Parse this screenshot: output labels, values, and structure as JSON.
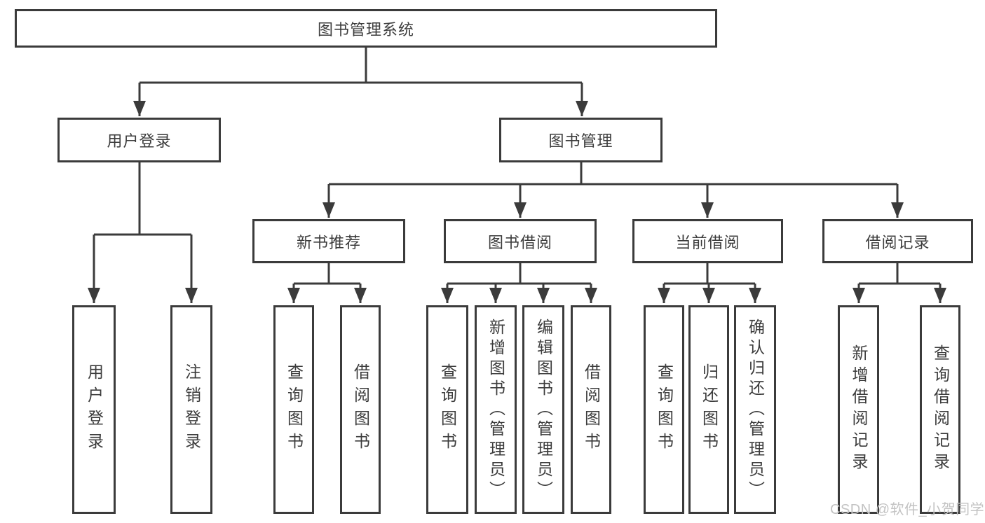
{
  "diagram": {
    "title": "图书管理系统",
    "nodes": {
      "root": {
        "id": "library-management-system",
        "label": "图书管理系统"
      },
      "level2": [
        {
          "id": "user-login",
          "label": "用户登录",
          "parent": "图书管理系统"
        },
        {
          "id": "book-management",
          "label": "图书管理",
          "parent": "图书管理系统"
        }
      ],
      "level3": [
        {
          "id": "new-book-recommend",
          "label": "新书推荐",
          "parent": "图书管理"
        },
        {
          "id": "book-borrowing",
          "label": "图书借阅",
          "parent": "图书管理"
        },
        {
          "id": "current-borrowing",
          "label": "当前借阅",
          "parent": "图书管理"
        },
        {
          "id": "borrowing-records",
          "label": "借阅记录",
          "parent": "图书管理"
        }
      ],
      "leaves": [
        {
          "id": "user-login-action",
          "label": "用户登录",
          "parent": "用户登录"
        },
        {
          "id": "logout-action",
          "label": "注销登录",
          "parent": "用户登录"
        },
        {
          "id": "rec-query-books",
          "label": "查询图书",
          "parent": "新书推荐"
        },
        {
          "id": "rec-borrow-books",
          "label": "借阅图书",
          "parent": "新书推荐"
        },
        {
          "id": "bb-query-books",
          "label": "查询图书",
          "parent": "图书借阅"
        },
        {
          "id": "bb-add-books",
          "label": "新增图书（管理员）",
          "parent": "图书借阅"
        },
        {
          "id": "bb-edit-books",
          "label": "编辑图书（管理员）",
          "parent": "图书借阅"
        },
        {
          "id": "bb-borrow-books",
          "label": "借阅图书",
          "parent": "图书借阅"
        },
        {
          "id": "cb-query-books",
          "label": "查询图书",
          "parent": "当前借阅"
        },
        {
          "id": "cb-return-books",
          "label": "归还图书",
          "parent": "当前借阅"
        },
        {
          "id": "cb-confirm-return",
          "label": "确认归还（管理员）",
          "parent": "当前借阅"
        },
        {
          "id": "br-add-borrow-record",
          "label": "新增借阅记录",
          "parent": "借阅记录"
        },
        {
          "id": "br-query-borrow-record",
          "label": "查询借阅记录",
          "parent": "借阅记录"
        }
      ]
    }
  },
  "watermark": {
    "text": "CSDN @软件_小贺同学"
  },
  "colors": {
    "line": "#3b3b3b",
    "border": "#3b3b3b",
    "text": "#3c3c3c",
    "watermark": "#c3c3c3",
    "background": "#ffffff"
  }
}
